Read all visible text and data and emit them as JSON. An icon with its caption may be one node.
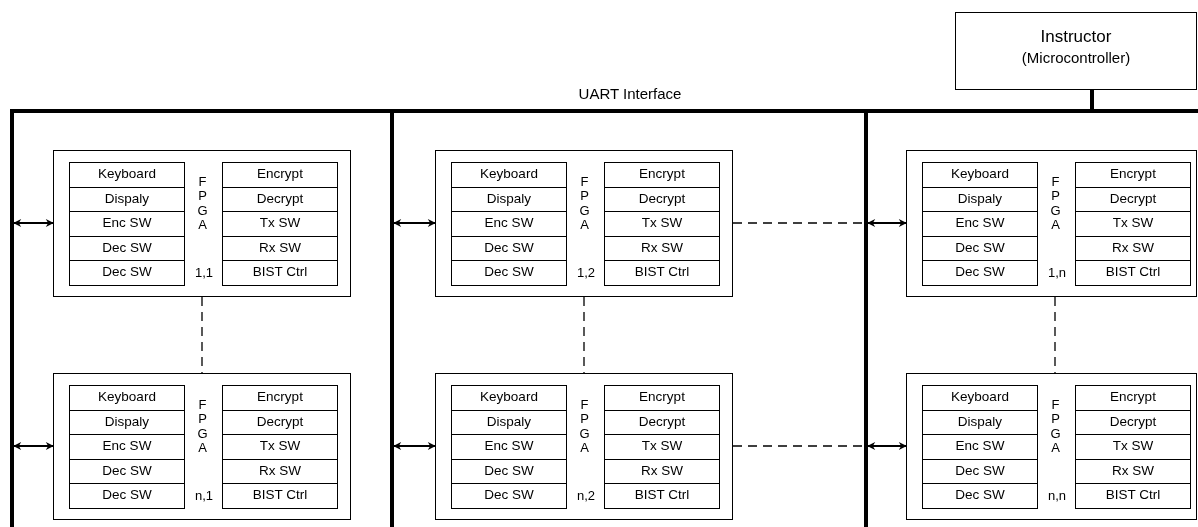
{
  "diagram": {
    "nodes": [
      {
        "text": [
          "Instructor",
          "(Microcontroller)"
        ]
      },
      {
        "text": [
          "UART Interface"
        ]
      },
      {
        "text": [
          "FPGA",
          "1,1"
        ]
      },
      {
        "text": [
          "Keyboard"
        ],
        "in": 2
      },
      {
        "text": [
          "Dispaly"
        ],
        "in": 2
      },
      {
        "text": [
          "Enc SW"
        ],
        "in": 2
      },
      {
        "text": [
          "Dec SW"
        ],
        "in": 2
      },
      {
        "text": [
          "Dec SW"
        ],
        "in": 2
      },
      {
        "text": [
          "Encrypt"
        ],
        "in": 2
      },
      {
        "text": [
          "Decrypt"
        ],
        "in": 2
      },
      {
        "text": [
          "Tx SW"
        ],
        "in": 2
      },
      {
        "text": [
          "Rx SW"
        ],
        "in": 2
      },
      {
        "text": [
          "BIST Ctrl"
        ],
        "in": 2
      },
      {
        "text": [
          "FPGA",
          "1,2"
        ]
      },
      {
        "text": [
          "Keyboard"
        ],
        "in": 13
      },
      {
        "text": [
          "Dispaly"
        ],
        "in": 13
      },
      {
        "text": [
          "Enc SW"
        ],
        "in": 13
      },
      {
        "text": [
          "Dec SW"
        ],
        "in": 13
      },
      {
        "text": [
          "Dec SW"
        ],
        "in": 13
      },
      {
        "text": [
          "Encrypt"
        ],
        "in": 13
      },
      {
        "text": [
          "Decrypt"
        ],
        "in": 13
      },
      {
        "text": [
          "Tx SW"
        ],
        "in": 13
      },
      {
        "text": [
          "Rx SW"
        ],
        "in": 13
      },
      {
        "text": [
          "BIST Ctrl"
        ],
        "in": 13
      },
      {
        "text": [
          "FPGA",
          "1,n"
        ]
      },
      {
        "text": [
          "Keyboard"
        ],
        "in": 24
      },
      {
        "text": [
          "Dispaly"
        ],
        "in": 24
      },
      {
        "text": [
          "Enc SW"
        ],
        "in": 24
      },
      {
        "text": [
          "Dec SW"
        ],
        "in": 24
      },
      {
        "text": [
          "Dec SW"
        ],
        "in": 24
      },
      {
        "text": [
          "Encrypt"
        ],
        "in": 24
      },
      {
        "text": [
          "Decrypt"
        ],
        "in": 24
      },
      {
        "text": [
          "Tx SW"
        ],
        "in": 24
      },
      {
        "text": [
          "Rx SW"
        ],
        "in": 24
      },
      {
        "text": [
          "BIST Ctrl"
        ],
        "in": 24
      },
      {
        "text": [
          "FPGA",
          "n,1"
        ]
      },
      {
        "text": [
          "Keyboard"
        ],
        "in": 35
      },
      {
        "text": [
          "Dispaly"
        ],
        "in": 35
      },
      {
        "text": [
          "Enc SW"
        ],
        "in": 35
      },
      {
        "text": [
          "Dec SW"
        ],
        "in": 35
      },
      {
        "text": [
          "Dec SW"
        ],
        "in": 35
      },
      {
        "text": [
          "Encrypt"
        ],
        "in": 35
      },
      {
        "text": [
          "Decrypt"
        ],
        "in": 35
      },
      {
        "text": [
          "Tx SW"
        ],
        "in": 35
      },
      {
        "text": [
          "Rx SW"
        ],
        "in": 35
      },
      {
        "text": [
          "BIST Ctrl"
        ],
        "in": 35
      },
      {
        "text": [
          "FPGA",
          "n,2"
        ]
      },
      {
        "text": [
          "Keyboard"
        ],
        "in": 46
      },
      {
        "text": [
          "Dispaly"
        ],
        "in": 46
      },
      {
        "text": [
          "Enc SW"
        ],
        "in": 46
      },
      {
        "text": [
          "Dec SW"
        ],
        "in": 46
      },
      {
        "text": [
          "Dec SW"
        ],
        "in": 46
      },
      {
        "text": [
          "Encrypt"
        ],
        "in": 46
      },
      {
        "text": [
          "Decrypt"
        ],
        "in": 46
      },
      {
        "text": [
          "Tx SW"
        ],
        "in": 46
      },
      {
        "text": [
          "Rx SW"
        ],
        "in": 46
      },
      {
        "text": [
          "BIST Ctrl"
        ],
        "in": 46
      },
      {
        "text": [
          "FPGA",
          "n,n"
        ]
      },
      {
        "text": [
          "Keyboard"
        ],
        "in": 57
      },
      {
        "text": [
          "Dispaly"
        ],
        "in": 57
      },
      {
        "text": [
          "Enc SW"
        ],
        "in": 57
      },
      {
        "text": [
          "Dec SW"
        ],
        "in": 57
      },
      {
        "text": [
          "Dec SW"
        ],
        "in": 57
      },
      {
        "text": [
          "Encrypt"
        ],
        "in": 57
      },
      {
        "text": [
          "Decrypt"
        ],
        "in": 57
      },
      {
        "text": [
          "Tx SW"
        ],
        "in": 57
      },
      {
        "text": [
          "Rx SW"
        ],
        "in": 57
      },
      {
        "text": [
          "BIST Ctrl"
        ],
        "in": 57
      }
    ],
    "edges": [
      {
        "from": 0,
        "to": 1,
        "arrow": "none",
        "style": "thick"
      },
      {
        "from": 1,
        "to": null,
        "arrow": "none",
        "style": "thick"
      },
      {
        "from": 1,
        "to": null,
        "arrow": "none",
        "style": "thick"
      },
      {
        "from": 1,
        "to": null,
        "arrow": "none",
        "style": "thick"
      },
      {
        "from": null,
        "to": 2,
        "arrow": "both"
      },
      {
        "from": null,
        "to": 13,
        "arrow": "both"
      },
      {
        "from": null,
        "to": 24,
        "arrow": "both"
      },
      {
        "from": null,
        "to": 35,
        "arrow": "both"
      },
      {
        "from": null,
        "to": 46,
        "arrow": "both"
      },
      {
        "from": null,
        "to": 57,
        "arrow": "both"
      },
      {
        "from": 2,
        "to": 35,
        "arrow": "none",
        "style": "dashed"
      },
      {
        "from": 13,
        "to": 46,
        "arrow": "none",
        "style": "dashed"
      },
      {
        "from": 24,
        "to": 57,
        "arrow": "none",
        "style": "dashed"
      },
      {
        "from": 13,
        "to": null,
        "arrow": "none",
        "style": "dashed"
      },
      {
        "from": 46,
        "to": null,
        "arrow": "none",
        "style": "dashed"
      }
    ]
  }
}
